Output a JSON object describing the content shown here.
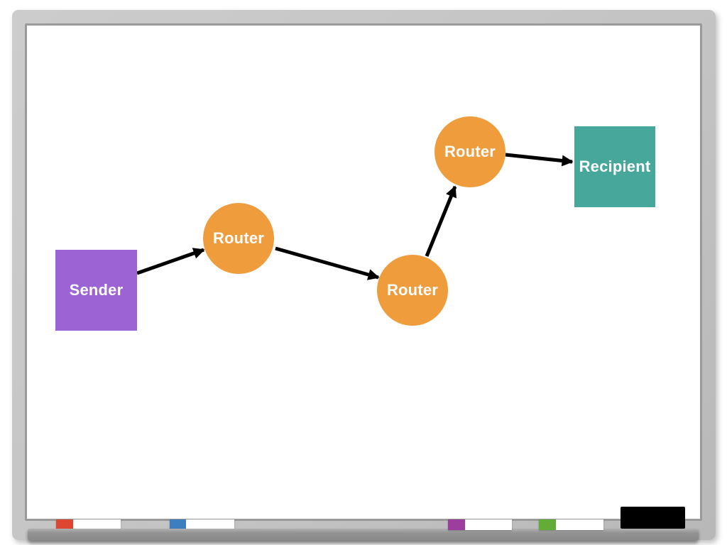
{
  "diagram": {
    "nodes": [
      {
        "id": "sender",
        "label": "Sender",
        "shape": "square",
        "fill": "#9B63D3",
        "text_color": "#FFFFFF"
      },
      {
        "id": "router-1",
        "label": "Router",
        "shape": "circle",
        "fill": "#EF9C3D",
        "text_color": "#FFFFFF"
      },
      {
        "id": "router-2",
        "label": "Router",
        "shape": "circle",
        "fill": "#EF9C3D",
        "text_color": "#FFFFFF"
      },
      {
        "id": "router-3",
        "label": "Router",
        "shape": "circle",
        "fill": "#EF9C3D",
        "text_color": "#FFFFFF"
      },
      {
        "id": "recipient",
        "label": "Recipient",
        "shape": "square",
        "fill": "#47A79B",
        "text_color": "#FFFFFF"
      }
    ],
    "edges": [
      {
        "from": "sender",
        "to": "router-1",
        "style": "arrow",
        "color": "#000000"
      },
      {
        "from": "router-1",
        "to": "router-2",
        "style": "arrow",
        "color": "#000000"
      },
      {
        "from": "router-2",
        "to": "router-3",
        "style": "arrow",
        "color": "#000000"
      },
      {
        "from": "router-3",
        "to": "recipient",
        "style": "arrow",
        "color": "#000000"
      }
    ]
  },
  "whiteboard": {
    "frame_color": "#C5C5C5",
    "surface_color": "#FFFFFF",
    "tray_color": "#8E8E8E",
    "markers": [
      {
        "name": "red-marker",
        "cap_color": "#DD4731",
        "body_color": "#FFFFFF"
      },
      {
        "name": "blue-marker",
        "cap_color": "#3D7EC1",
        "body_color": "#FFFFFF"
      },
      {
        "name": "purple-marker",
        "cap_color": "#9D3D9E",
        "body_color": "#FFFFFF"
      },
      {
        "name": "green-marker",
        "cap_color": "#63AC35",
        "body_color": "#FFFFFF"
      }
    ],
    "eraser_color": "#000000"
  }
}
